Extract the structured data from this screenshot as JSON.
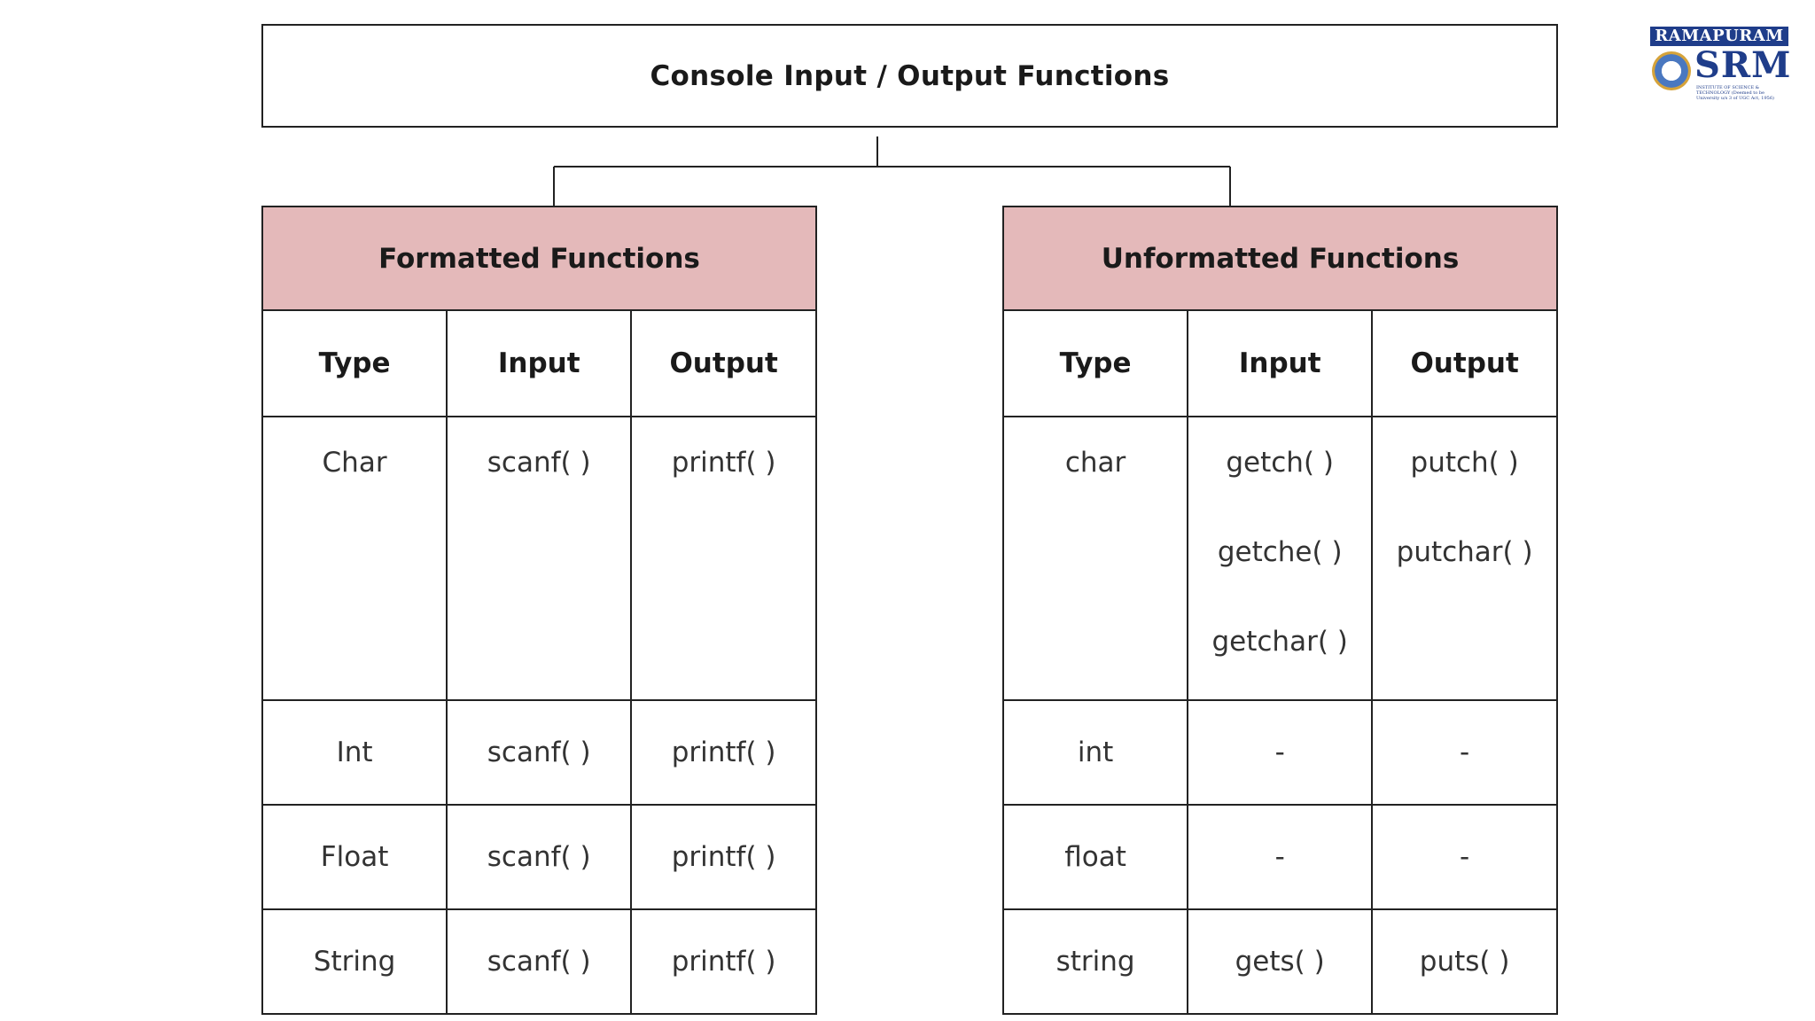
{
  "root": {
    "title": "Console Input / Output Functions"
  },
  "formatted": {
    "title": "Formatted Functions",
    "columns": [
      "Type",
      "Input",
      "Output"
    ],
    "rows": [
      {
        "type": "Char",
        "input": [
          "scanf( )"
        ],
        "output": [
          "printf( )"
        ]
      },
      {
        "type": "Int",
        "input": [
          "scanf( )"
        ],
        "output": [
          "printf( )"
        ]
      },
      {
        "type": "Float",
        "input": [
          "scanf( )"
        ],
        "output": [
          "printf( )"
        ]
      },
      {
        "type": "String",
        "input": [
          "scanf( )"
        ],
        "output": [
          "printf( )"
        ]
      }
    ]
  },
  "unformatted": {
    "title": "Unformatted Functions",
    "columns": [
      "Type",
      "Input",
      "Output"
    ],
    "rows": [
      {
        "type": "char",
        "input": [
          "getch( )",
          "getche( )",
          "getchar( )"
        ],
        "output": [
          "putch( )",
          "putchar( )"
        ]
      },
      {
        "type": "int",
        "input": [
          "-"
        ],
        "output": [
          "-"
        ]
      },
      {
        "type": "float",
        "input": [
          "-"
        ],
        "output": [
          "-"
        ]
      },
      {
        "type": "string",
        "input": [
          "gets( )"
        ],
        "output": [
          "puts( )"
        ]
      }
    ]
  },
  "logo": {
    "band": "RAMAPURAM",
    "word": "SRM",
    "sub": "INSTITUTE OF SCIENCE & TECHNOLOGY (Deemed to be University u/s 3 of UGC Act, 1956)"
  }
}
